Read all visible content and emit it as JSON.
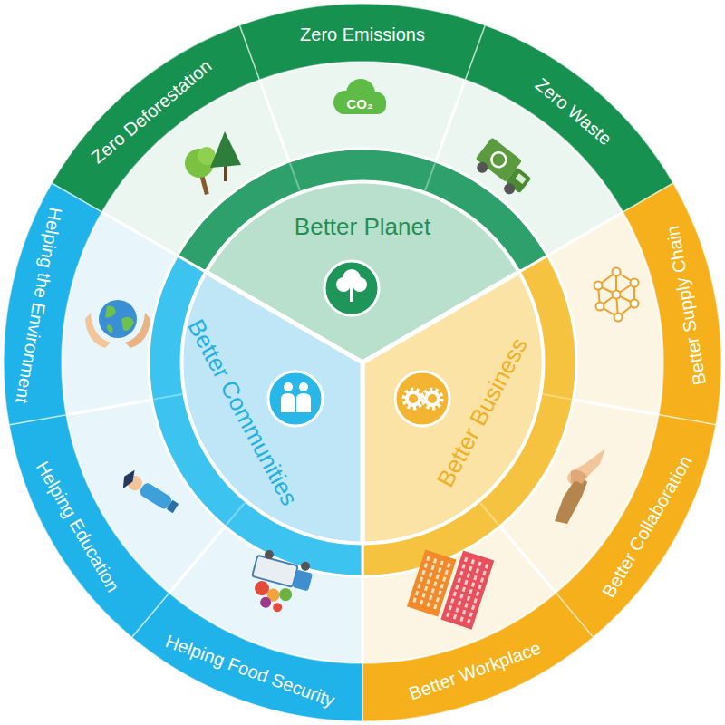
{
  "diagram": {
    "nodes": [
      {
        "text": [
          "Better Planet"
        ]
      },
      {
        "text": [
          "Better Business"
        ]
      },
      {
        "text": [
          "Better Communities"
        ]
      },
      {
        "text": [
          "Zero Deforestation"
        ]
      },
      {
        "text": [
          "Zero Emissions"
        ]
      },
      {
        "text": [
          "Zero Waste"
        ]
      },
      {
        "text": [
          "Better Supply Chain"
        ]
      },
      {
        "text": [
          "Better Collaboration"
        ]
      },
      {
        "text": [
          "Better Workplace"
        ]
      },
      {
        "text": [
          "Helping Food Security"
        ]
      },
      {
        "text": [
          "Helping Education"
        ]
      },
      {
        "text": [
          "Helping the Environment"
        ]
      }
    ],
    "labels": [
      "CO₂"
    ]
  }
}
